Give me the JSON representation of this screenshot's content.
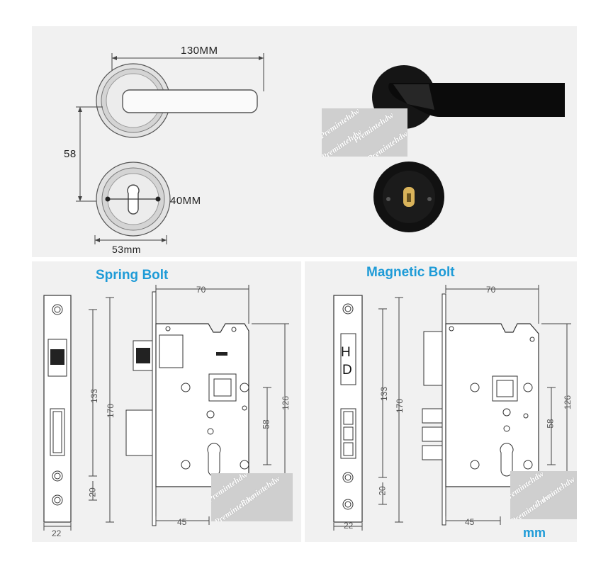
{
  "top": {
    "dim_width": "130MM",
    "dim_height": "58",
    "dim_rose_dia": "40MM",
    "dim_rose_width": "53mm"
  },
  "spring": {
    "title": "Spring Bolt",
    "dims": {
      "d70": "70",
      "d133": "133",
      "d170": "170",
      "d20": "20",
      "d22": "22",
      "d45": "45",
      "d58": "58",
      "d126": "126"
    }
  },
  "magnetic": {
    "title": "Magnetic Bolt",
    "plate_letter_1": "H",
    "plate_letter_2": "D",
    "unit": "mm",
    "dims": {
      "d70": "70",
      "d133": "133",
      "d170": "170",
      "d20": "20",
      "d22": "22",
      "d45": "45",
      "d58": "58",
      "d126": "126"
    }
  },
  "watermark": "Premintehdw",
  "colors": {
    "accent": "#1e9bd7",
    "panel": "#f1f1f1",
    "line": "#444444",
    "handle": "#111111",
    "brass": "#d9b35a"
  }
}
